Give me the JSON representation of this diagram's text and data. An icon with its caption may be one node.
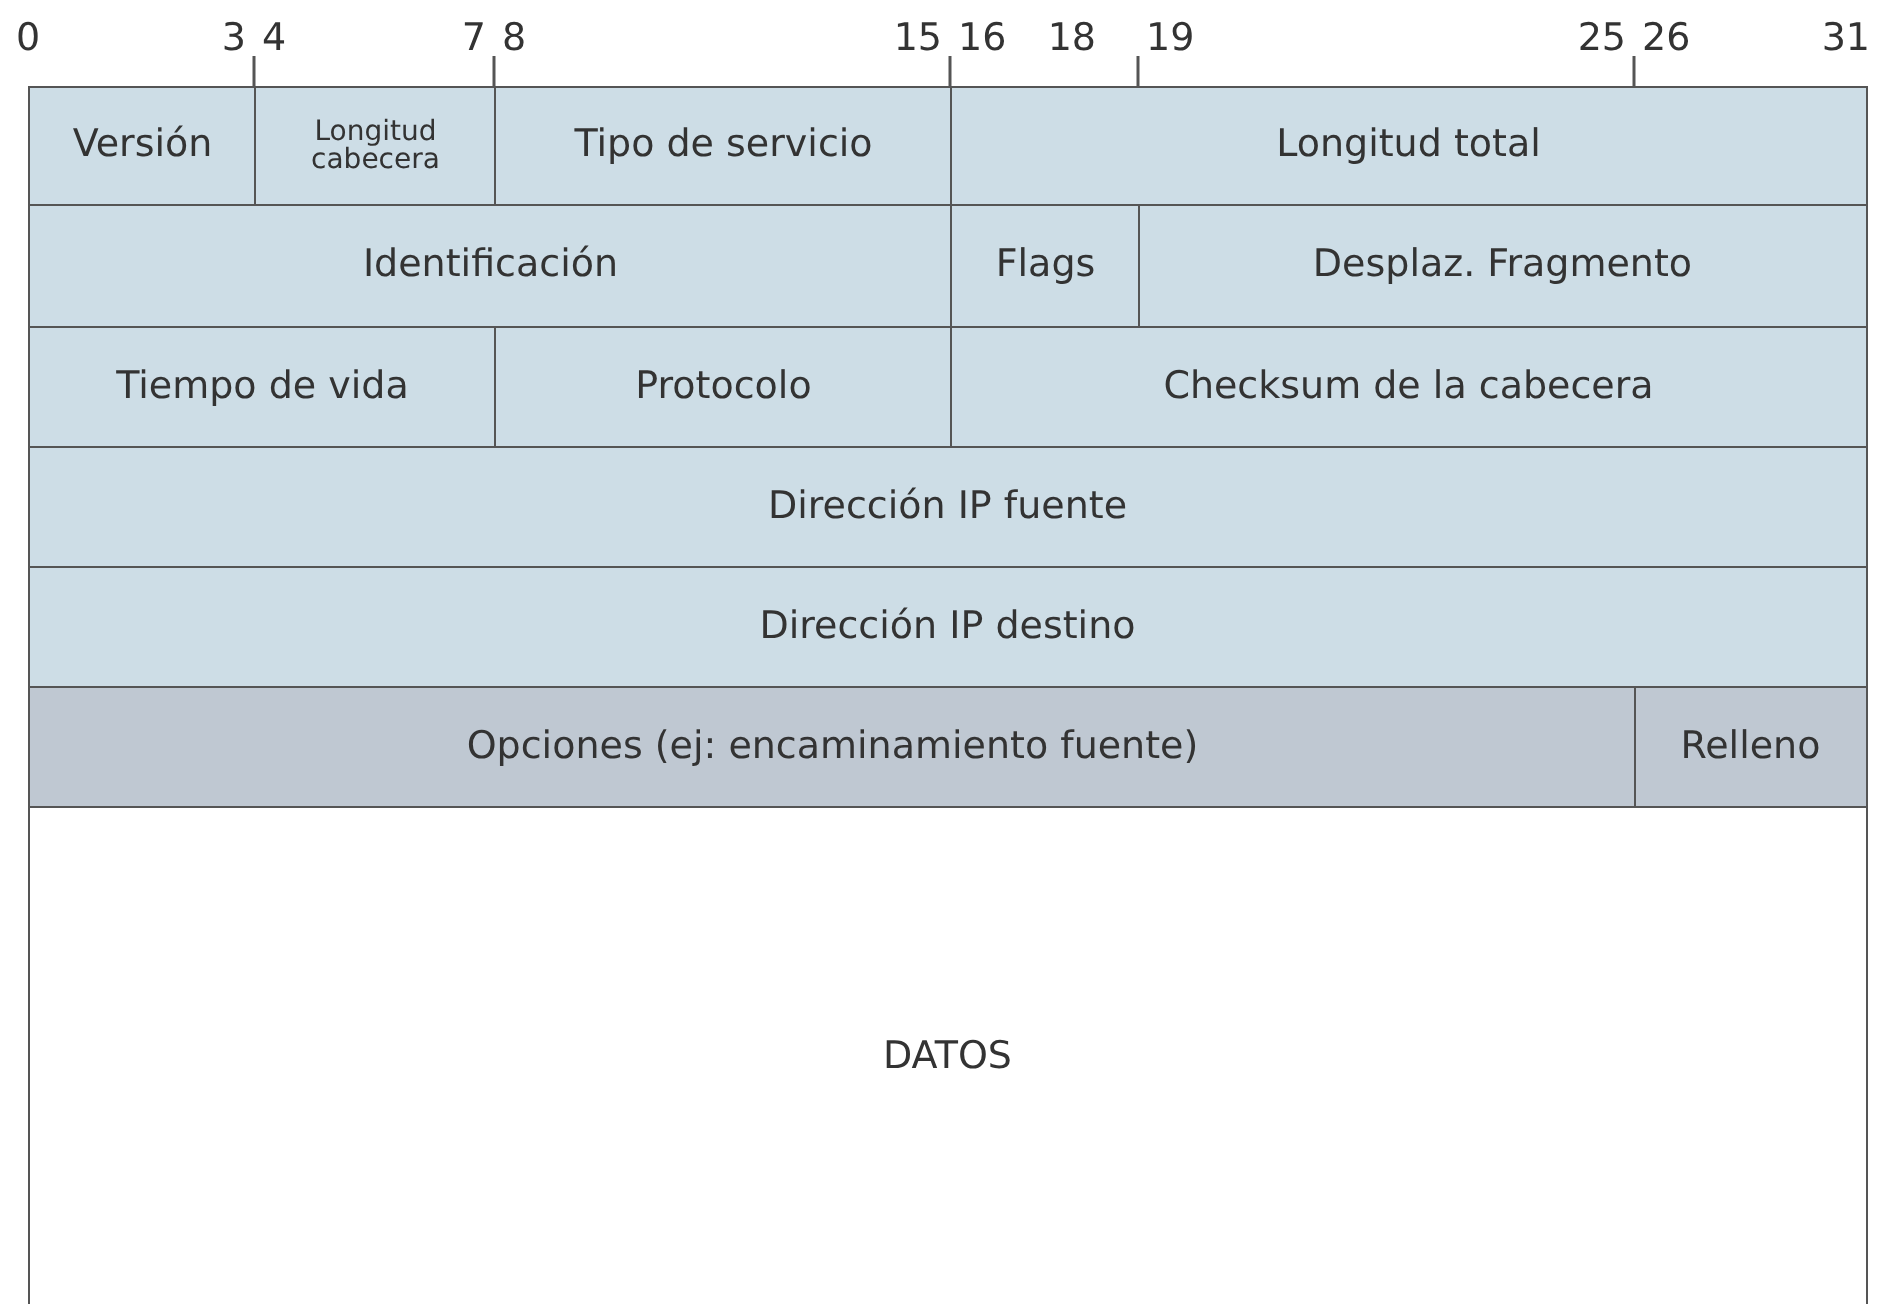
{
  "diagram": {
    "nodes": [
      {
        "text": [
          "Versión"
        ]
      },
      {
        "text": [
          "Longitud cabecera"
        ]
      },
      {
        "text": [
          "Tipo de  servicio"
        ]
      },
      {
        "text": [
          "Longitud total"
        ]
      },
      {
        "text": [
          "Identificación"
        ]
      },
      {
        "text": [
          "Flags"
        ]
      },
      {
        "text": [
          "Desplaz. Fragmento"
        ]
      },
      {
        "text": [
          "Tiempo de vida"
        ]
      },
      {
        "text": [
          "Protocolo"
        ]
      },
      {
        "text": [
          "Checksum de la cabecera"
        ]
      },
      {
        "text": [
          "Dirección IP fuente"
        ]
      },
      {
        "text": [
          "Dirección IP destino"
        ]
      },
      {
        "text": [
          "Opciones (ej: encaminamiento fuente)"
        ]
      },
      {
        "text": [
          "Relleno"
        ]
      },
      {
        "text": [
          "DATOS"
        ]
      }
    ],
    "labels": [
      "0",
      "3",
      "4",
      "7",
      "8",
      "15",
      "16",
      "18",
      "19",
      "25",
      "26",
      "31"
    ]
  }
}
